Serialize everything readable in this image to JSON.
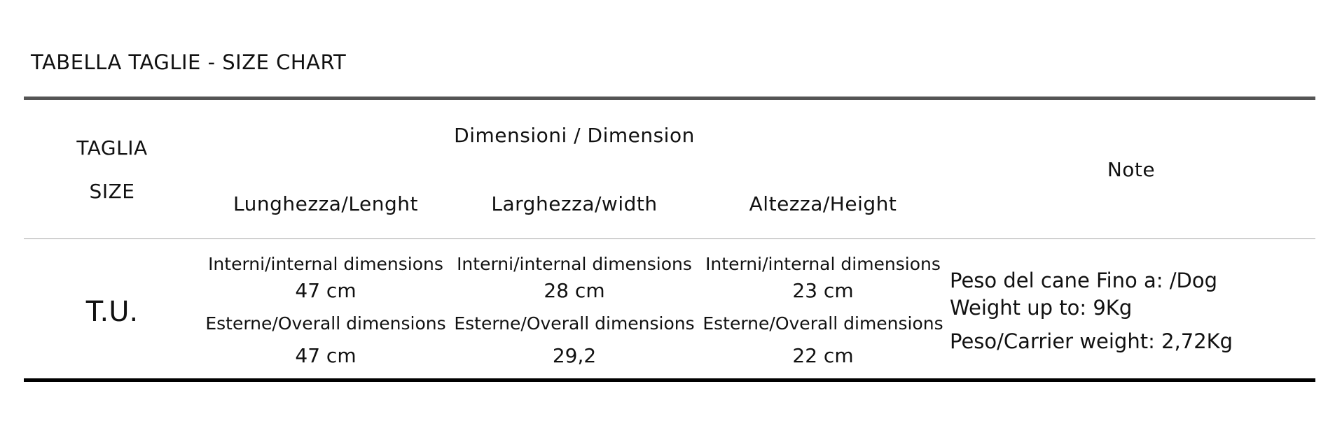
{
  "title": "TABELLA TAGLIE - SIZE CHART",
  "header": {
    "size_label_it": "TAGLIA",
    "size_label_en": "SIZE",
    "dimensions_label": "Dimensioni / Dimension",
    "columns": [
      "Lunghezza/Lenght",
      "Larghezza/width",
      "Altezza/Height"
    ],
    "note_label": "Note"
  },
  "row": {
    "size": "T.U.",
    "internal_label": "Interni/internal dimensions",
    "overall_label": "Esterne/Overall dimensions",
    "internal_values": [
      "47 cm",
      "28 cm",
      "23 cm"
    ],
    "overall_values": [
      "47 cm",
      "29,2",
      "22 cm"
    ],
    "note_lines": [
      "Peso del cane Fino a: /Dog",
      "Weight up to: 9Kg",
      "Peso/Carrier weight: 2,72Kg"
    ]
  }
}
